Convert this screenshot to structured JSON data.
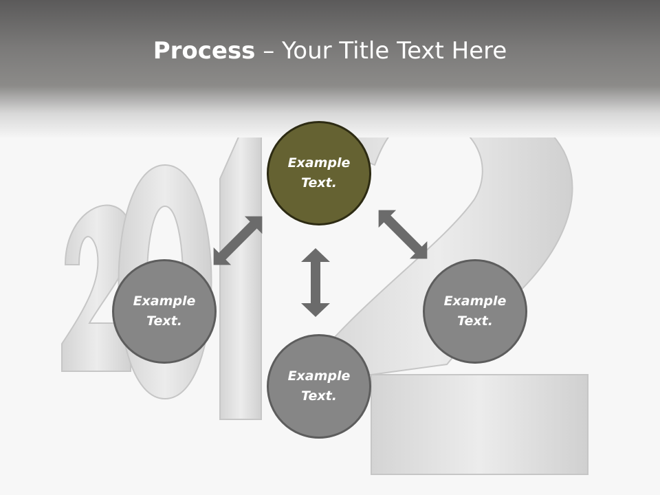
{
  "title": {
    "bold": "Process",
    "rest": " – Your Title Text Here"
  },
  "background_text": "2012",
  "circles": [
    {
      "line1": "Example",
      "line2": "Text."
    },
    {
      "line1": "Example",
      "line2": "Text."
    },
    {
      "line1": "Example",
      "line2": "Text."
    },
    {
      "line1": "Example",
      "line2": "Text."
    }
  ],
  "colors": {
    "active": "#656232",
    "inactive": "#868686",
    "arrow": "#6b6b6b"
  }
}
